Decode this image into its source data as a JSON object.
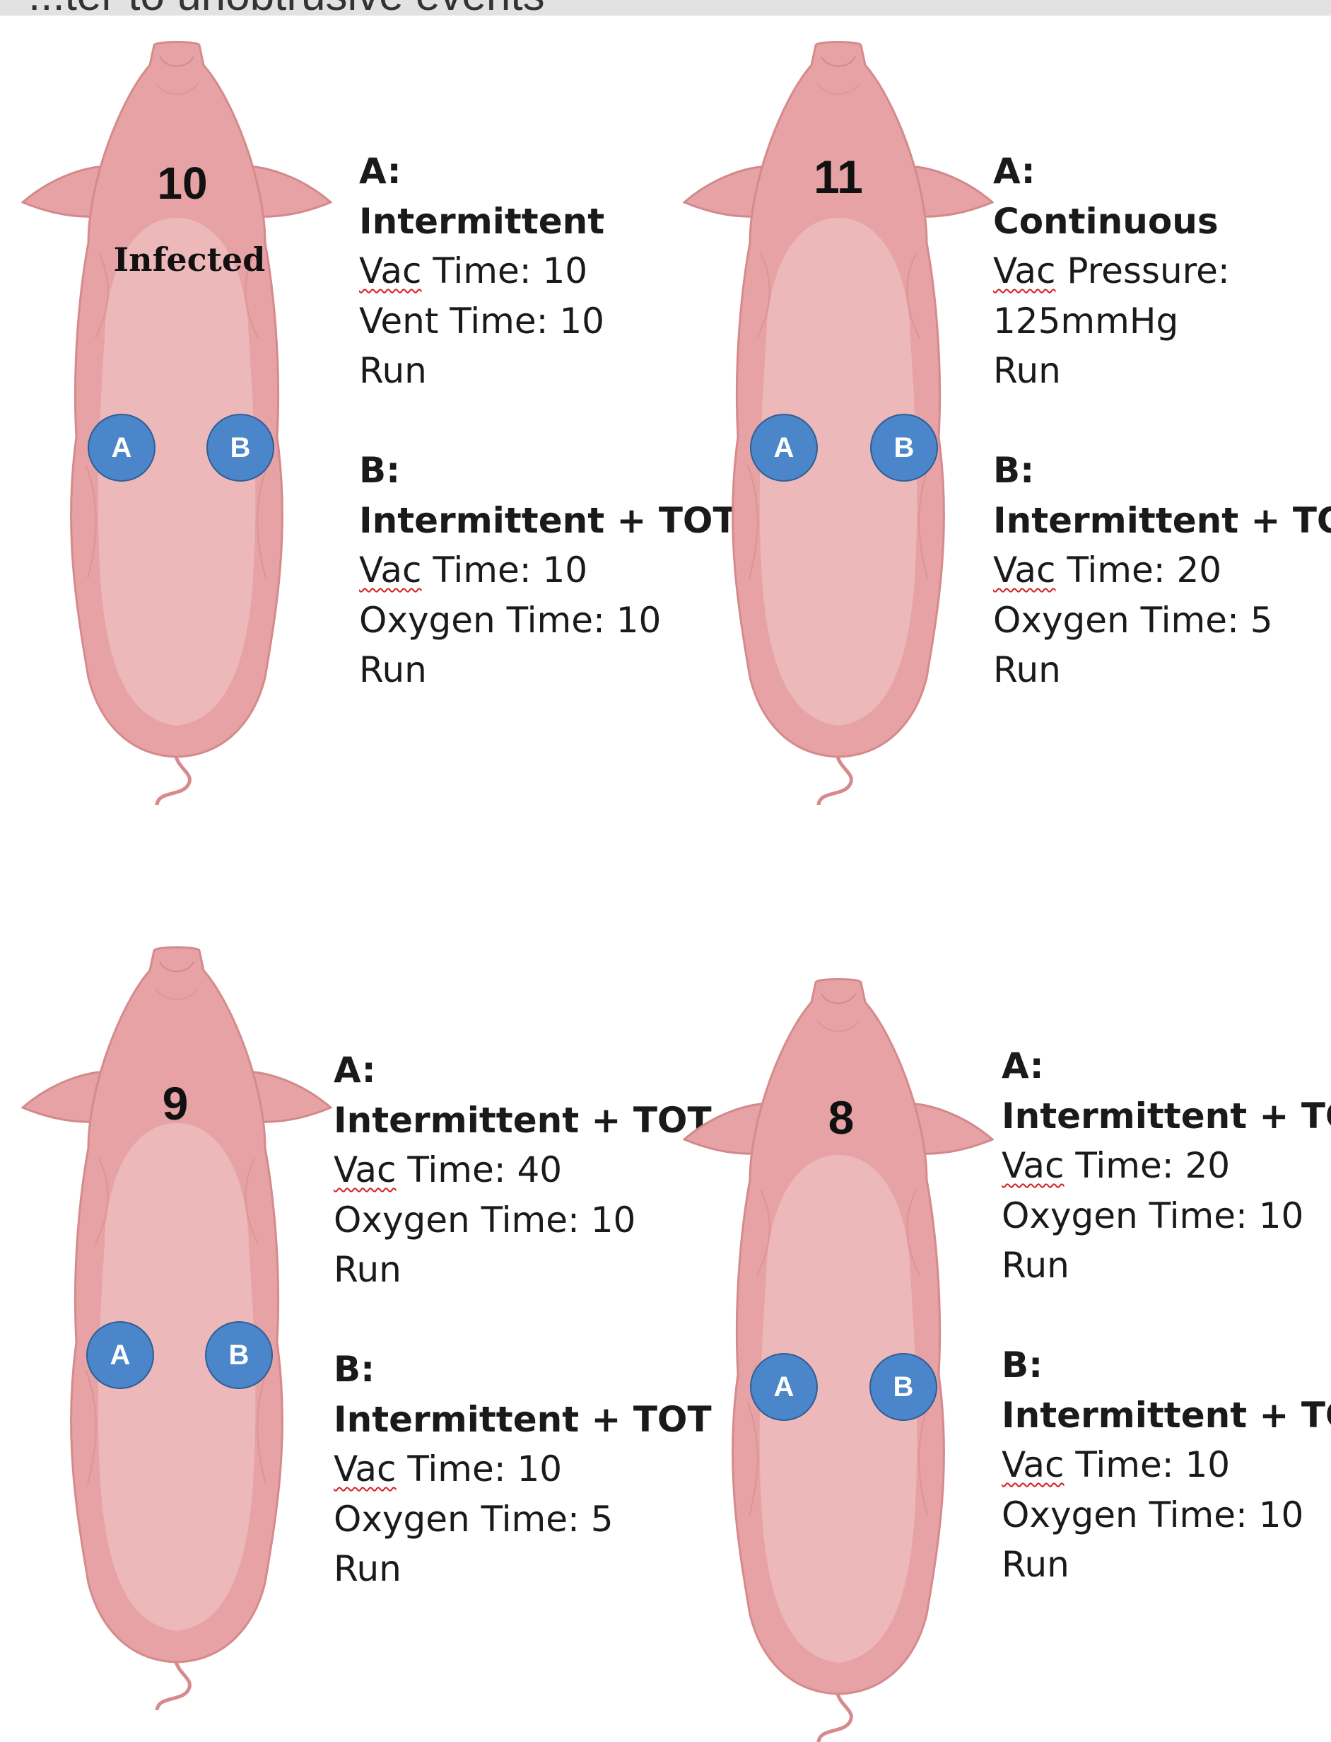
{
  "title": "...ter to unobtrusive events",
  "colors": {
    "pig_body": "#e6a2a4",
    "pig_belly": "#f0c6c6",
    "dot_fill": "#4a86c9",
    "spell_underline": "#d62020"
  },
  "pigs": [
    {
      "number": "10",
      "status": "Infected",
      "sites": [
        "A",
        "B"
      ],
      "a": {
        "head": "A:",
        "mode": "Intermittent",
        "lines": [
          "Vac Time: 10",
          "Vent Time: 10",
          "Run"
        ]
      },
      "b": {
        "head": "B:",
        "mode": "Intermittent + TOT",
        "lines": [
          "Vac Time: 10",
          "Oxygen Time: 10",
          "Run"
        ]
      }
    },
    {
      "number": "11",
      "sites": [
        "A",
        "B"
      ],
      "a": {
        "head": "A:",
        "mode": "Continuous",
        "lines": [
          "Vac Pressure:",
          "125mmHg",
          "Run"
        ]
      },
      "b": {
        "head": "B:",
        "mode": "Intermittent + TOT",
        "lines": [
          "Vac Time: 20",
          "Oxygen Time: 5",
          "Run"
        ]
      }
    },
    {
      "number": "9",
      "sites": [
        "A",
        "B"
      ],
      "a": {
        "head": "A:",
        "mode": "Intermittent + TOT",
        "lines": [
          "Vac Time: 40",
          "Oxygen Time: 10",
          "Run"
        ]
      },
      "b": {
        "head": "B:",
        "mode": "Intermittent + TOT",
        "lines": [
          "Vac Time: 10",
          "Oxygen Time: 5",
          "Run"
        ]
      }
    },
    {
      "number": "8",
      "sites": [
        "A",
        "B"
      ],
      "a": {
        "head": "A:",
        "mode": "Intermittent + TOT",
        "lines": [
          "Vac Time: 20",
          "Oxygen Time: 10",
          "Run"
        ]
      },
      "b": {
        "head": "B:",
        "mode": "Intermittent + TOT",
        "lines": [
          "Vac Time: 10",
          "Oxygen Time: 10",
          "Run"
        ]
      }
    }
  ]
}
